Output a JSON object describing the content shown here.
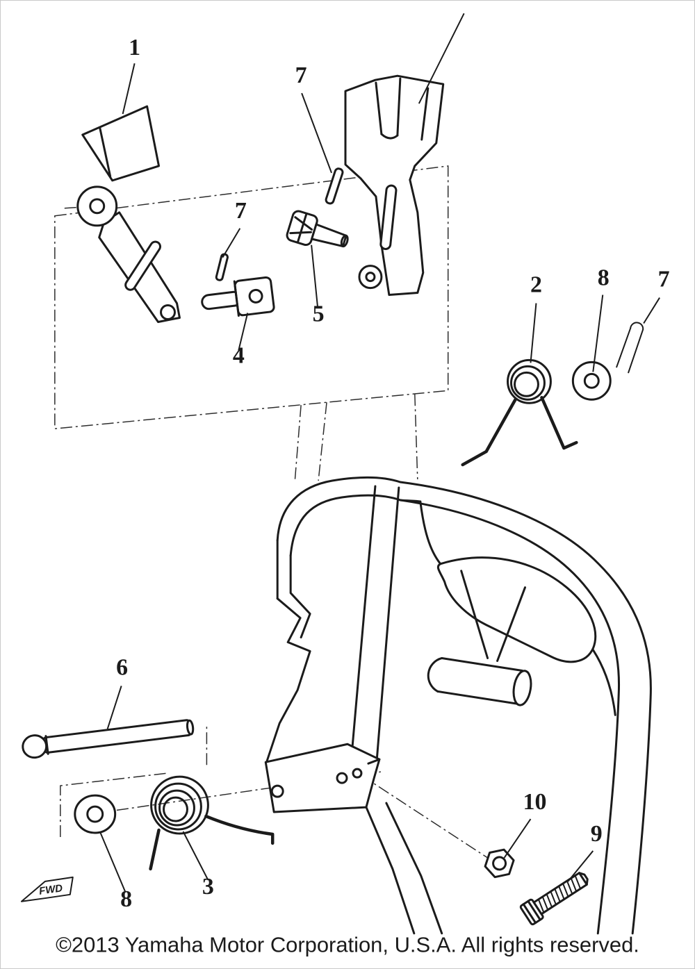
{
  "page": {
    "bg": "#ffffff",
    "ink": "#1b1b1b"
  },
  "diagram": {
    "fwd_label": "FWD",
    "callouts": [
      {
        "label": "1"
      },
      {
        "label": "7"
      },
      {
        "label": "7"
      },
      {
        "label": "4"
      },
      {
        "label": "5"
      },
      {
        "label": "2"
      },
      {
        "label": "8"
      },
      {
        "label": "7"
      },
      {
        "label": "6"
      },
      {
        "label": "8"
      },
      {
        "label": "3"
      },
      {
        "label": "10"
      },
      {
        "label": "9"
      }
    ]
  },
  "footer": {
    "copyright": "©2013 Yamaha Motor Corporation, U.S.A. All rights reserved."
  }
}
